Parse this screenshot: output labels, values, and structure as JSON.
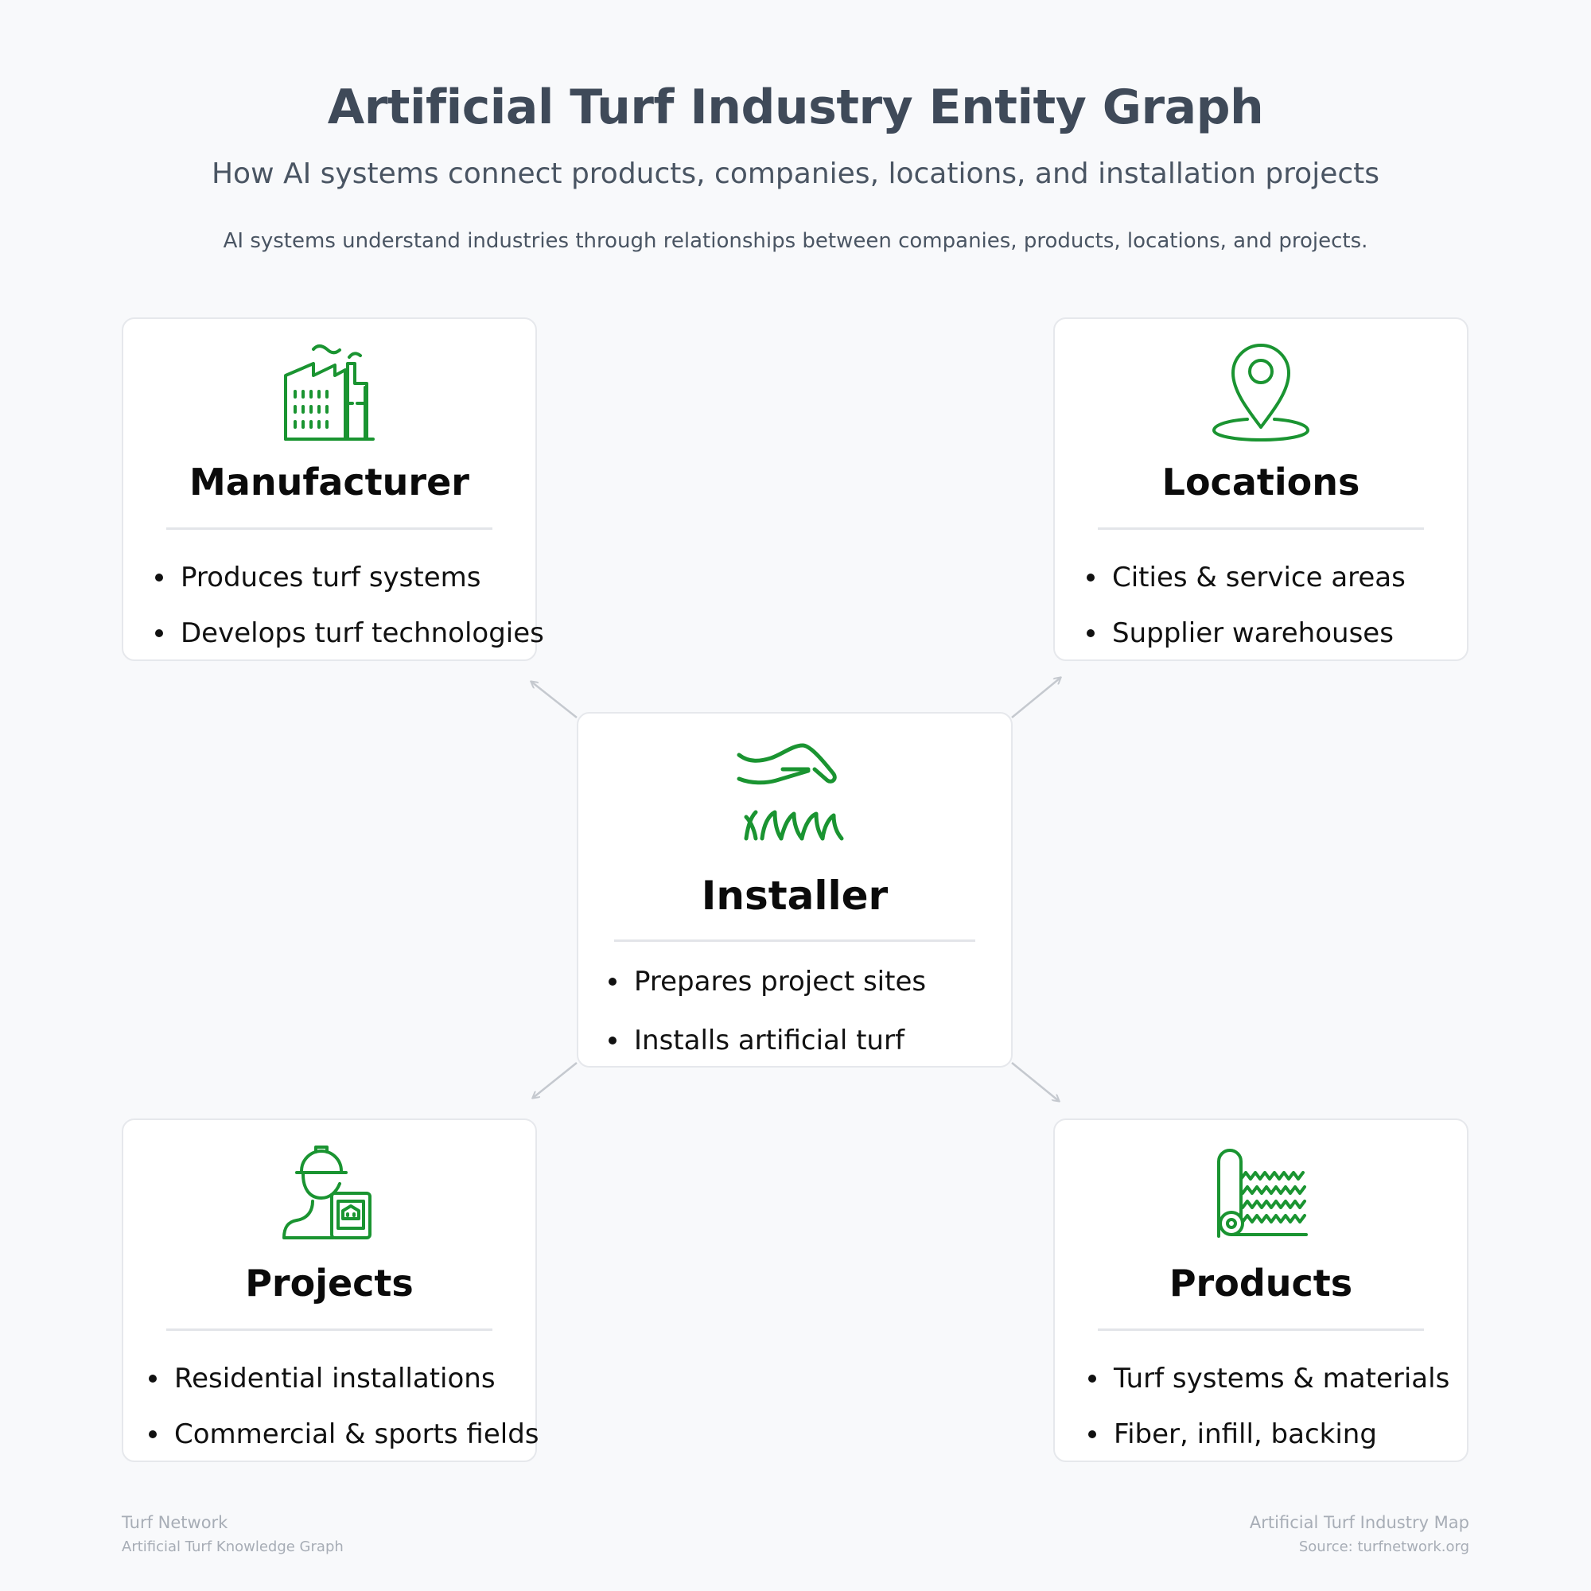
{
  "header": {
    "title": "Artificial Turf Industry Entity Graph",
    "subtitle": "How AI systems connect products, companies, locations, and installation projects",
    "intro": "AI systems understand industries through relationships between companies, products, locations, and projects."
  },
  "colors": {
    "accent": "#1a9431",
    "background": "#f8f9fb",
    "card": "#ffffff",
    "edge": "#c5c9cf"
  },
  "nodes": {
    "manufacturer": {
      "title": "Manufacturer",
      "icon": "factory-icon",
      "items": [
        "Produces turf systems",
        "Develops turf technologies"
      ]
    },
    "locations": {
      "title": "Locations",
      "icon": "map-pin-icon",
      "items": [
        "Cities & service areas",
        "Supplier warehouses"
      ]
    },
    "installer": {
      "title": "Installer",
      "icon": "hand-over-grass-icon",
      "items": [
        "Prepares project sites",
        "Installs artificial turf"
      ]
    },
    "projects": {
      "title": "Projects",
      "icon": "worker-with-plan-icon",
      "items": [
        "Residential installations",
        "Commercial & sports fields"
      ]
    },
    "products": {
      "title": "Products",
      "icon": "turf-roll-icon",
      "items": [
        "Turf systems & materials",
        "Fiber, infill, backing"
      ]
    }
  },
  "edges": [
    {
      "from": "installer",
      "to": "manufacturer"
    },
    {
      "from": "installer",
      "to": "locations"
    },
    {
      "from": "installer",
      "to": "projects"
    },
    {
      "from": "installer",
      "to": "products"
    }
  ],
  "footer": {
    "left_line1": "Turf Network",
    "left_line2": "Artificial Turf Knowledge Graph",
    "right_line1": "Artificial Turf Industry Map",
    "right_line2": "Source: turfnetwork.org"
  }
}
